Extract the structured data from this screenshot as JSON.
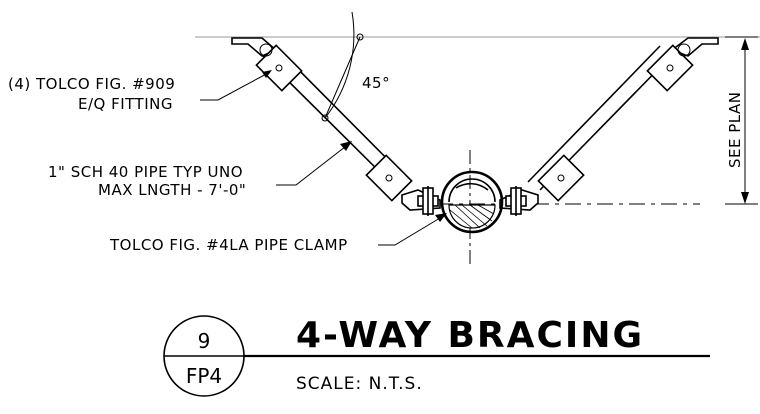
{
  "detail": {
    "title": "4-WAY BRACING",
    "scale": "SCALE: N.T.S.",
    "detail_number": "9",
    "sheet_number": "FP4"
  },
  "callouts": {
    "fitting_line1": "(4) TOLCO FIG. #909",
    "fitting_line2": "E/Q FITTING",
    "pipe_line1": "1\" SCH 40 PIPE TYP UNO",
    "pipe_line2": "MAX LNGTH - 7'-0\"",
    "clamp": "TOLCO FIG. #4LA PIPE CLAMP",
    "angle": "45°",
    "see_plan": "SEE PLAN"
  }
}
